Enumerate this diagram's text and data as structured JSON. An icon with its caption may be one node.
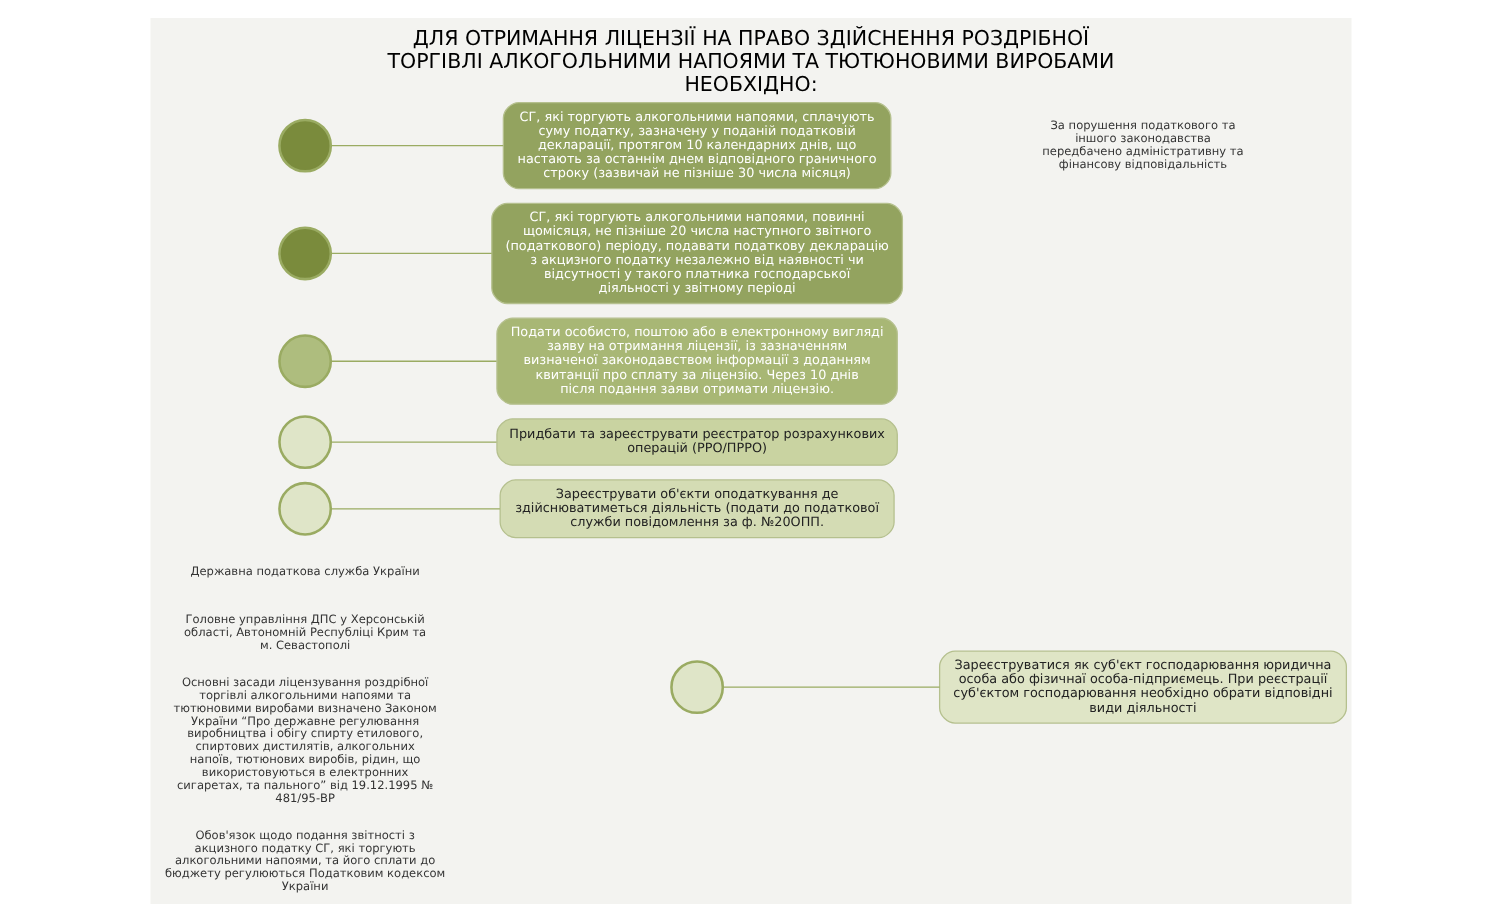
{
  "diagram": {
    "title": "ДЛЯ ОТРИМАННЯ ЛІЦЕНЗІЇ НА ПРАВО ЗДІЙСНЕННЯ РОЗДРІБНОЇ ТОРГІВЛІ АЛКОГОЛЬНИМИ НАПОЯМИ ТА ТЮТЮНОВИМИ ВИРОБАМИ НЕОБХІДНО:",
    "nodes": [
      {
        "text": [],
        "shape": "circle"
      },
      {
        "text": [
          "Зареєструватися як суб'єкт господарювання юридична особа або фізичнаї особа-підприємець. При реєстрації суб'єктом господарювання необхідно обрати відповідні види діяльності"
        ]
      },
      {
        "text": [],
        "shape": "circle"
      },
      {
        "text": [
          "Зареєструвати об'єкти оподаткування де здійснюватиметься діяльність (подати до податкової служби повідомлення за ф. №20ОПП."
        ]
      },
      {
        "text": [],
        "shape": "circle"
      },
      {
        "text": [
          "Придбати та зареєструвати реєстратор розрахункових операцій (РРО/ПРРО)"
        ]
      },
      {
        "text": [],
        "shape": "circle"
      },
      {
        "text": [
          "Подати особисто, поштою або в електронному вигляді заяву на отримання ліцензії, із зазначенням визначеної законодавством інформації з доданням квитанції про сплату за ліцензію. Через 10 днів після подання заяви отримати ліцензію."
        ]
      },
      {
        "text": [],
        "shape": "circle"
      },
      {
        "text": [
          "СГ, які торгують алкогольними напоями, повинні щомісяця, не пізніше 20 числа наступного звітного (податкового) періоду, подавати податкову декларацію з акцизного податку незалежно від наявності чи відсутності у такого платника господарської діяльності у звітному періоді"
        ]
      },
      {
        "text": [],
        "shape": "circle"
      },
      {
        "text": [
          "СГ, які торгують алкогольними напоями, сплачують суму податку, зазначену у поданій податковій декларації, протягом 10 календарних днів, що настають за останнім днем відповідного граничного строку (зазвичай не пізніше 30 числа місяця)"
        ]
      }
    ],
    "edges": [
      {
        "from": 0,
        "to": 1,
        "arrow": "none"
      },
      {
        "from": 2,
        "to": 3,
        "arrow": "none"
      },
      {
        "from": 4,
        "to": 5,
        "arrow": "none"
      },
      {
        "from": 6,
        "to": 7,
        "arrow": "none"
      },
      {
        "from": 8,
        "to": 9,
        "arrow": "none"
      },
      {
        "from": 10,
        "to": 11,
        "arrow": "none"
      }
    ],
    "labels": [
      "Державна податкова служба України",
      "Головне управління ДПС у Херсонській області, Автономній Республіці Крим та м. Севастополі",
      "Основні засади ліцензування роздрібної торгівлі алкогольними напоями та тютюновими виробами визначено Законом України “Про державне регулювання виробництва і обігу спирту етилового, спиртових дистилятів, алкогольних напоїв, тютюнових виробів, рідин, що використовуються в електронних сигаретах, та пального” від 19.12.1995 № 481/95-ВР",
      "Обов'язок щодо подання звітності з акцизного податку СГ, які торгують алкогольними напоями, та його сплати до бюджету регулюються Податковим кодексом України",
      "За порушення податкового та іншого законодавства передбачено адміністративну та фінансову відповідальність"
    ]
  }
}
